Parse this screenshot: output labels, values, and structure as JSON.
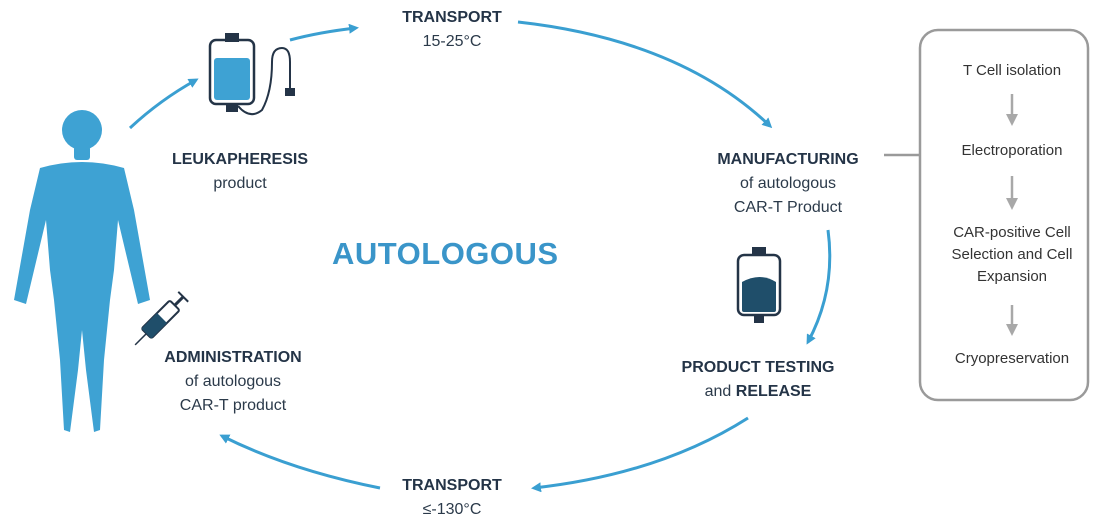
{
  "colors": {
    "accent": "#3a9fd1",
    "dark": "#243447",
    "gray": "#9a9a9a",
    "title": "#3a95c9",
    "bag_fill": "#3ea2d3",
    "bag_dark": "#1f4e6a"
  },
  "icons": [
    "human-silhouette-icon",
    "blood-bag-icon",
    "product-bag-icon",
    "syringe-icon"
  ],
  "title": "AUTOLOGOUS",
  "steps": {
    "transport_top": {
      "title": "TRANSPORT",
      "sub": "15-25°C"
    },
    "leukapheresis": {
      "title": "LEUKAPHERESIS",
      "sub": "product"
    },
    "manufacturing": {
      "title": "MANUFACTURING",
      "sub1": "of autologous",
      "sub2": "CAR-T Product"
    },
    "testing": {
      "title": "PRODUCT TESTING",
      "and": "and",
      "release": "RELEASE"
    },
    "transport_bottom": {
      "title": "TRANSPORT",
      "sub": "≤-130°C"
    },
    "administration": {
      "title": "ADMINISTRATION",
      "sub1": "of autologous",
      "sub2": "CAR-T product"
    }
  },
  "process_box": {
    "items": [
      "T Cell isolation",
      "Electroporation",
      "CAR-positive Cell",
      "Selection and Cell",
      "Expansion",
      "Cryopreservation"
    ]
  }
}
